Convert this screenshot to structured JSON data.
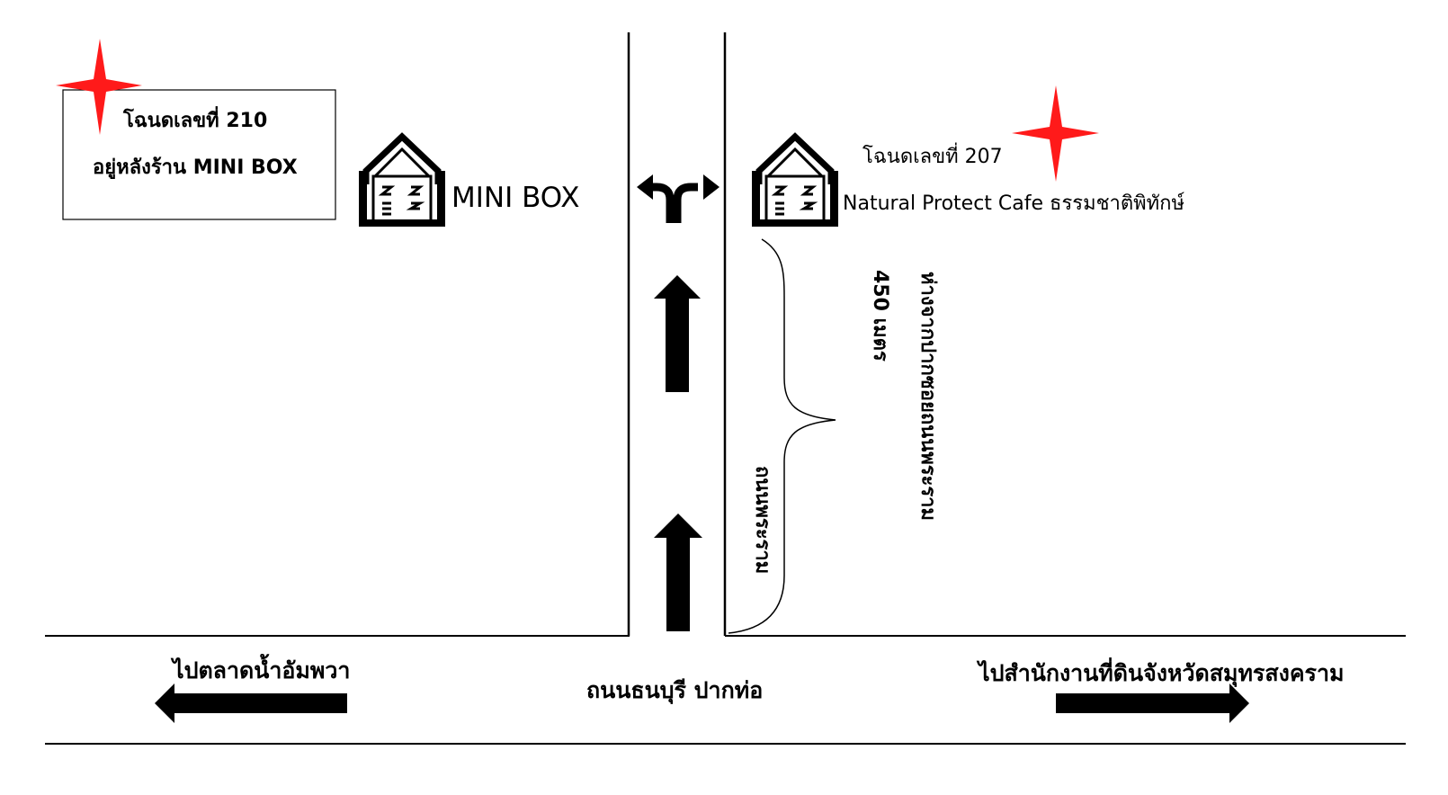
{
  "plot_210": {
    "title": "โฉนดเลขที่ 210",
    "subtitle": "อยู่หลังร้าน MINI BOX"
  },
  "shop_minibox": {
    "name": "MINI BOX"
  },
  "plot_207": {
    "title": "โฉนดเลขที่ 207",
    "shop_name": "Natural Protect Cafe ธรรมชาติพิทักษ์"
  },
  "distance": {
    "value": "450 เมตร",
    "note": "ห่างจากปากซอยถนนพระราม"
  },
  "side_road": {
    "name": "ถนนพระราม"
  },
  "main_road": {
    "name": "ถนนธนบุรี ปากท่อ",
    "left_direction": "ไปตลาดน้ำอัมพวา",
    "right_direction": "ไปสำนักงานที่ดินจังหวัดสมุทรสงคราม"
  },
  "colors": {
    "marker": "#ff1a1a",
    "ink": "#000000",
    "background": "#ffffff"
  },
  "icons": [
    "house-icon",
    "star-marker-icon",
    "arrow-up-icon",
    "arrow-left-icon",
    "arrow-right-icon",
    "fork-arrow-icon",
    "brace-icon"
  ]
}
